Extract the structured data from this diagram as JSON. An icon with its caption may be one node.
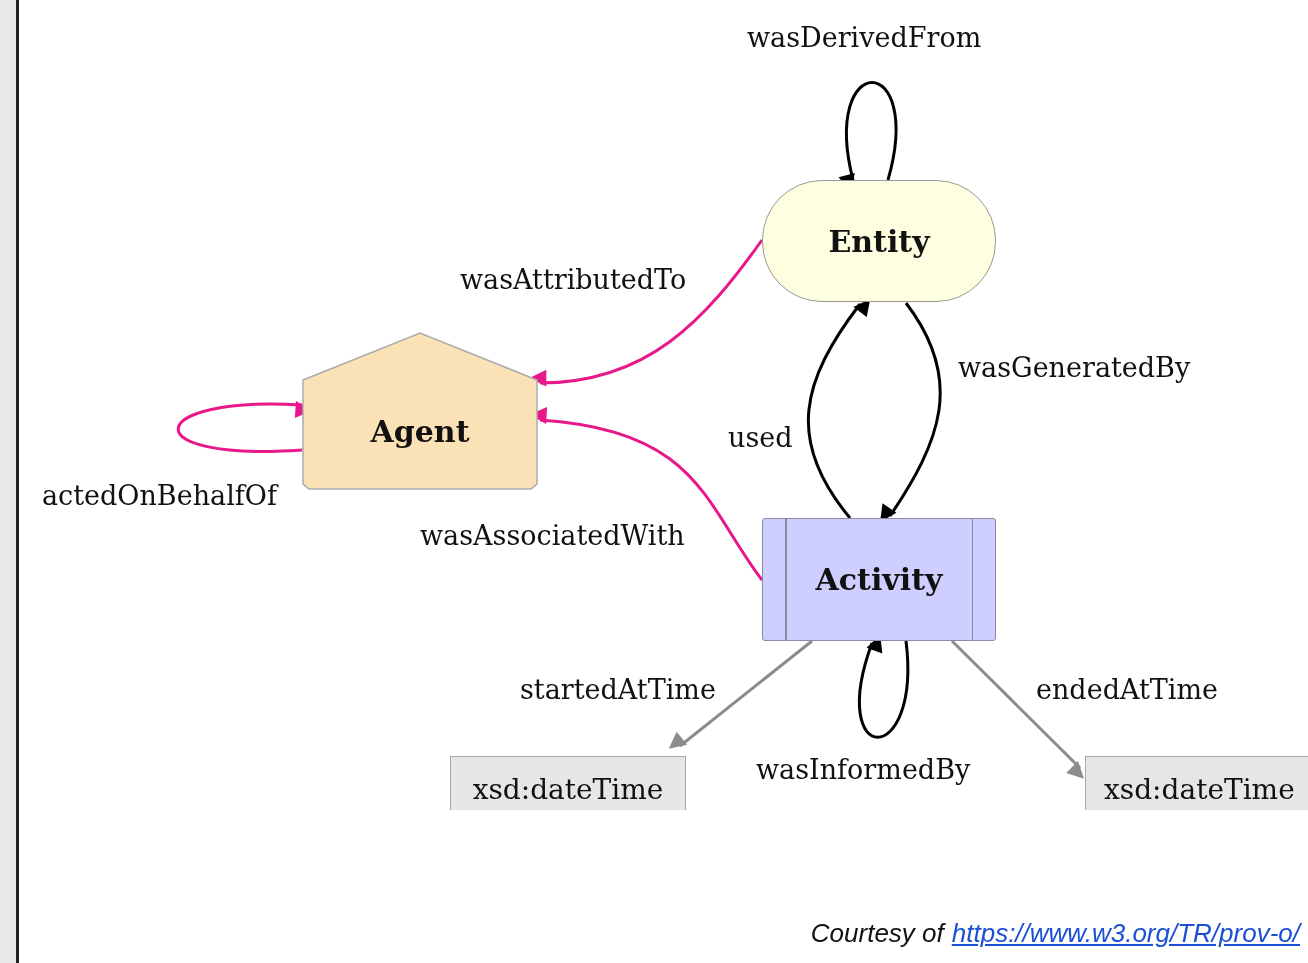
{
  "diagram": {
    "caption": "Courtesy of",
    "nodes": [
      {
        "text": [
          "Entity"
        ]
      },
      {
        "text": [
          "Agent"
        ]
      },
      {
        "text": [
          "Activity"
        ]
      },
      {
        "text": [
          "xsd:dateTime"
        ]
      },
      {
        "text": [
          "xsd:dateTime"
        ]
      }
    ],
    "edges": [
      {
        "from": 0,
        "to": 0,
        "arrow": "to",
        "label": "wasDerivedFrom"
      },
      {
        "from": 0,
        "to": 1,
        "arrow": "to",
        "label": "wasAttributedTo",
        "color": "#e8188a"
      },
      {
        "from": 1,
        "to": 1,
        "arrow": "to",
        "label": "actedOnBehalfOf",
        "color": "#e8188a"
      },
      {
        "from": 2,
        "to": 1,
        "arrow": "to",
        "label": "wasAssociatedWith",
        "color": "#e8188a"
      },
      {
        "from": 2,
        "to": 0,
        "arrow": "to",
        "label": "used"
      },
      {
        "from": 0,
        "to": 2,
        "arrow": "to",
        "label": "wasGeneratedBy"
      },
      {
        "from": 2,
        "to": 2,
        "arrow": "to",
        "label": "wasInformedBy"
      },
      {
        "from": 2,
        "to": 3,
        "arrow": "to",
        "label": "startedAtTime",
        "color": "#8c8c8c"
      },
      {
        "from": 2,
        "to": 4,
        "arrow": "to",
        "label": "endedAtTime",
        "color": "#8c8c8c"
      }
    ],
    "labels": [
      "https://www.w3.org/TR/prov-o/"
    ]
  }
}
